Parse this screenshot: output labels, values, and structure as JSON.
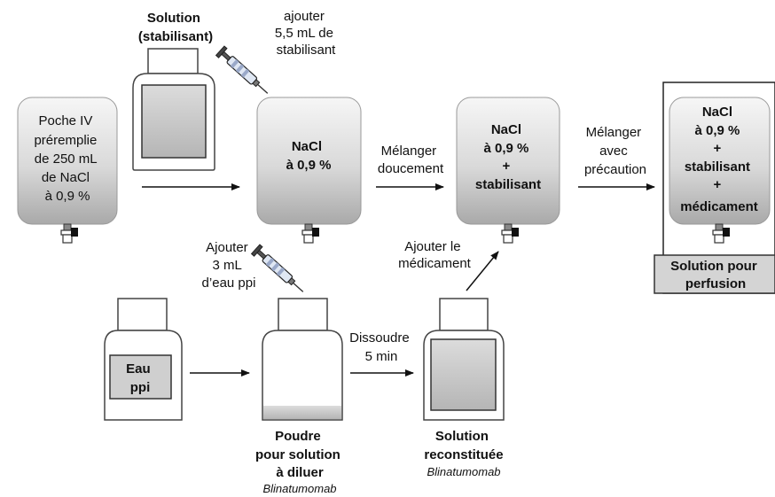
{
  "top_bottle_title": [
    "Solution",
    "(stabilisant)"
  ],
  "add_stabilizer_note": [
    "ajouter",
    "5,5 mL de",
    "stabilisant"
  ],
  "iv_bag_initial": [
    "Poche IV",
    "préremplie",
    "de 250 mL",
    "de NaCl",
    "à 0,9 %"
  ],
  "bag_nacl": [
    "NaCl",
    "à 0,9 %"
  ],
  "step_mix_gently": [
    "Mélanger",
    "doucement"
  ],
  "bag_nacl_stabilizer": [
    "NaCl",
    "à 0,9 %",
    "+",
    "stabilisant"
  ],
  "step_mix_carefully": [
    "Mélanger",
    "avec",
    "précaution"
  ],
  "bag_final": [
    "NaCl",
    "à 0,9 %",
    "+",
    "stabilisant",
    "+",
    "médicament"
  ],
  "final_label": [
    "Solution pour",
    "perfusion"
  ],
  "add_drug_note": [
    "Ajouter le",
    "médicament"
  ],
  "add_water_note": [
    "Ajouter",
    "3 mL",
    "d’eau ppi"
  ],
  "water_bottle_label": [
    "Eau",
    "ppi"
  ],
  "step_dissolve": [
    "Dissoudre",
    "5 min"
  ],
  "powder_caption": [
    "Poudre",
    "pour solution",
    "à diluer"
  ],
  "powder_drug": "Blinatumomab",
  "reconstituted_caption": [
    "Solution",
    "reconstituée"
  ],
  "reconstituted_drug": "Blinatumomab"
}
